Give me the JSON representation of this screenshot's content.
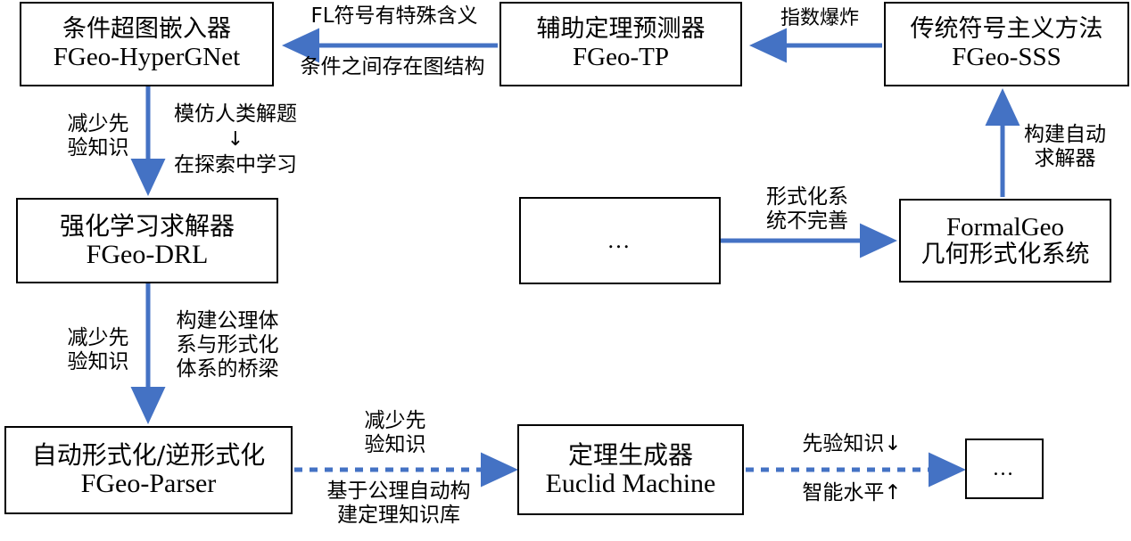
{
  "diagram": {
    "title": "FormalGeo ecosystem roadmap",
    "accent_color": "#4472C4",
    "line_color": "#000000",
    "background": "#ffffff"
  },
  "nodes": {
    "hypergnet": {
      "line1": "条件超图嵌入器",
      "line2": "FGeo-HyperGNet"
    },
    "tp": {
      "line1": "辅助定理预测器",
      "line2": "FGeo-TP"
    },
    "sss": {
      "line1": "传统符号主义方法",
      "line2": "FGeo-SSS"
    },
    "drl": {
      "line1": "强化学习求解器",
      "line2": "FGeo-DRL"
    },
    "ellipsis_mid": {
      "line1": "…",
      "line2": ""
    },
    "formalgeo": {
      "line1": "FormalGeo",
      "line2": "几何形式化系统"
    },
    "parser": {
      "line1": "自动形式化/逆形式化",
      "line2": "FGeo-Parser"
    },
    "euclid": {
      "line1": "定理生成器",
      "line2": "Euclid Machine"
    },
    "ellipsis_end": {
      "line1": "…",
      "line2": ""
    }
  },
  "edge_labels": {
    "sss_to_tp": "指数爆炸",
    "tp_to_hypergnet_top": "FL符号有特殊含义",
    "tp_to_hypergnet_bottom": "条件之间存在图结构",
    "hypergnet_to_drl_left": "减少先\n验知识",
    "hypergnet_to_drl_right_top": "模仿人类解题",
    "hypergnet_to_drl_right_arrow": "↓",
    "hypergnet_to_drl_right_bottom": "在探索中学习",
    "formalgeo_to_sss": "构建自动\n求解器",
    "ellipsis_to_formalgeo": "形式化系\n统不完善",
    "drl_to_parser_left": "减少先\n验知识",
    "drl_to_parser_right": "构建公理体\n系与形式化\n体系的桥梁",
    "parser_to_euclid_top": "减少先\n验知识",
    "parser_to_euclid_bottom": "基于公理自动构\n建定理知识库",
    "euclid_to_ellipsis_top": "先验知识↓",
    "euclid_to_ellipsis_bottom": "智能水平↑"
  }
}
